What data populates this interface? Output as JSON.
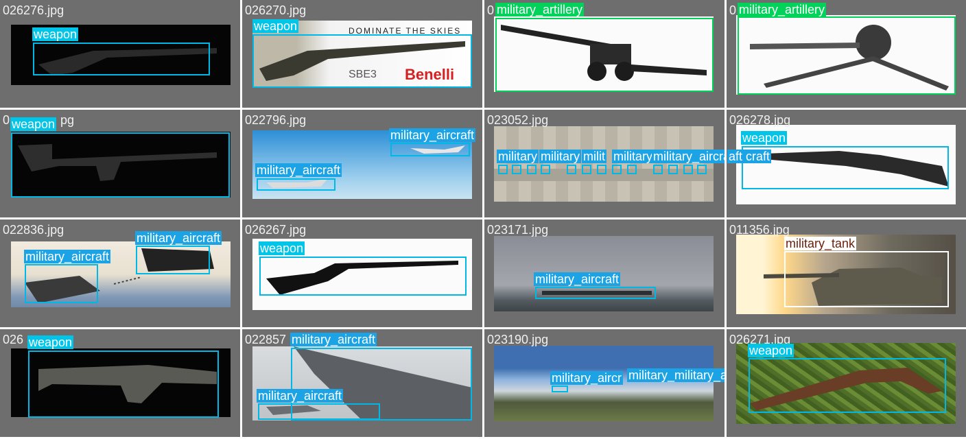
{
  "colors": {
    "tile_bg": "#6e6e6e",
    "weapon": "#00b8e6",
    "military_aircraft": "#1ca3e6",
    "military_artillery": "#00d25a",
    "military_tank": "#ffffff",
    "filename_text": "#f0f0f0"
  },
  "tiles": [
    {
      "filename": "026276.jpg",
      "labels": [
        {
          "text": "weapon",
          "class": "weapon"
        }
      ]
    },
    {
      "filename": "026270.jpg",
      "labels": [
        {
          "text": "weapon",
          "class": "weapon"
        }
      ],
      "ad_text": {
        "headline": "DOMINATE THE SKIES",
        "brand": "Benelli",
        "sub": "SBE3"
      }
    },
    {
      "filename": "0",
      "labels": [
        {
          "text": "military_artillery",
          "class": "military_artillery"
        }
      ]
    },
    {
      "filename": "0",
      "labels": [
        {
          "text": "military_artillery",
          "class": "military_artillery"
        }
      ]
    },
    {
      "filename": "0",
      "filename_tail": "pg",
      "labels": [
        {
          "text": "weapon",
          "class": "weapon"
        }
      ]
    },
    {
      "filename": "022796.jpg",
      "labels": [
        {
          "text": "military_aircraft",
          "class": "military_aircraft"
        },
        {
          "text": "military_aircraft",
          "class": "military_aircraft"
        }
      ]
    },
    {
      "filename": "023052.jpg",
      "labels": [
        {
          "text": "military",
          "class": "military_aircraft"
        },
        {
          "text": "military",
          "class": "military_aircraft"
        },
        {
          "text": "milit",
          "class": "military_aircraft"
        },
        {
          "text": "military",
          "class": "military_aircraft"
        },
        {
          "text": "military_aircraft",
          "class": "military_aircraft"
        },
        {
          "text": "aft craft",
          "class": "military_aircraft"
        }
      ]
    },
    {
      "filename": "026278.jpg",
      "labels": [
        {
          "text": "weapon",
          "class": "weapon"
        }
      ]
    },
    {
      "filename": "022836.jpg",
      "labels": [
        {
          "text": "military_aircraft",
          "class": "military_aircraft"
        },
        {
          "text": "military_aircraft",
          "class": "military_aircraft"
        }
      ]
    },
    {
      "filename": "026267.jpg",
      "labels": [
        {
          "text": "weapon",
          "class": "weapon"
        }
      ]
    },
    {
      "filename": "023171.jpg",
      "labels": [
        {
          "text": "military_aircraft",
          "class": "military_aircraft"
        }
      ]
    },
    {
      "filename": "011356.jpg",
      "labels": [
        {
          "text": "military_tank",
          "class": "military_tank"
        }
      ]
    },
    {
      "filename": "026",
      "labels": [
        {
          "text": "weapon",
          "class": "weapon"
        }
      ]
    },
    {
      "filename": "022857",
      "labels": [
        {
          "text": "military_aircraft",
          "class": "military_aircraft"
        },
        {
          "text": "military_aircraft",
          "class": "military_aircraft"
        }
      ]
    },
    {
      "filename": "023190.jpg",
      "labels": [
        {
          "text": "military_aircr",
          "class": "military_aircraft"
        },
        {
          "text": "military_military_aircraft",
          "class": "military_aircraft"
        }
      ]
    },
    {
      "filename": "026271.jpg",
      "labels": [
        {
          "text": "weapon",
          "class": "weapon"
        }
      ]
    }
  ]
}
